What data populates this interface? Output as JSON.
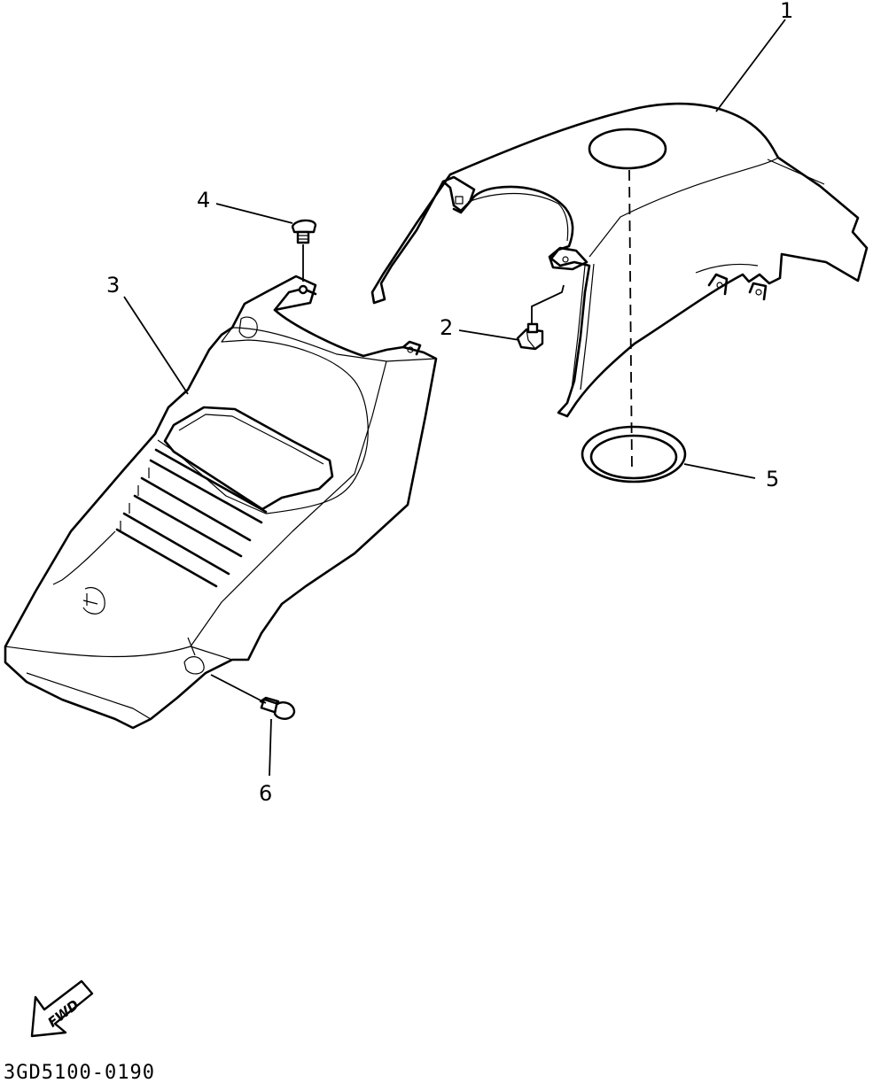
{
  "diagram": {
    "callouts": {
      "part_1": "1",
      "part_2": "2",
      "part_3": "3",
      "part_4": "4",
      "part_5": "5",
      "part_6": "6"
    },
    "direction_arrow": "FWD",
    "figure_code": "3GD5100-0190",
    "colors": {
      "line": "#000000",
      "background": "#ffffff"
    }
  }
}
